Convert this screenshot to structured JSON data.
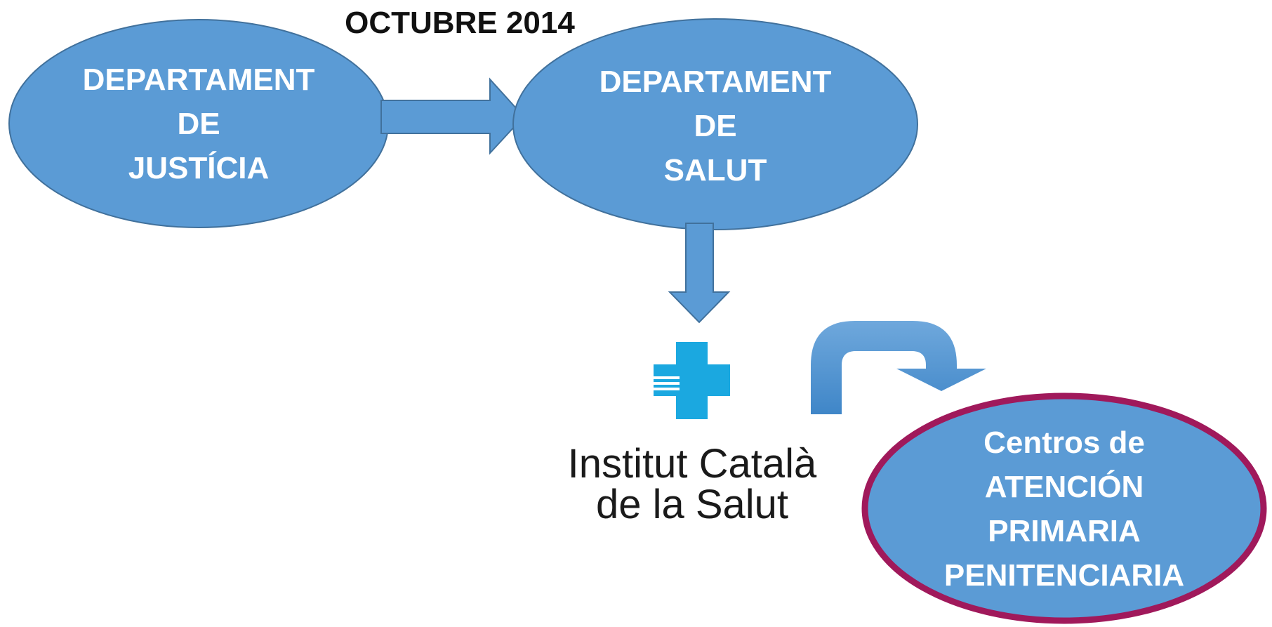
{
  "title": "OCTUBRE 2014",
  "nodes": {
    "justicia": {
      "lines": [
        "DEPARTAMENT",
        "DE",
        "JUSTÍCIA"
      ]
    },
    "salut": {
      "lines": [
        "DEPARTAMENT",
        "DE",
        "SALUT"
      ]
    },
    "centros": {
      "lines": [
        "Centros de",
        "ATENCIÓN",
        "PRIMARIA",
        "PENITENCIARIA"
      ]
    }
  },
  "logo": {
    "name": "institut-catala-salut-logo",
    "lines": [
      "Institut Català",
      "de la Salut"
    ]
  },
  "colors": {
    "node_fill": "#5b9bd5",
    "node_stroke": "#41719c",
    "highlight_stroke": "#a0195b",
    "logo_cross": "#1ba8e0"
  }
}
